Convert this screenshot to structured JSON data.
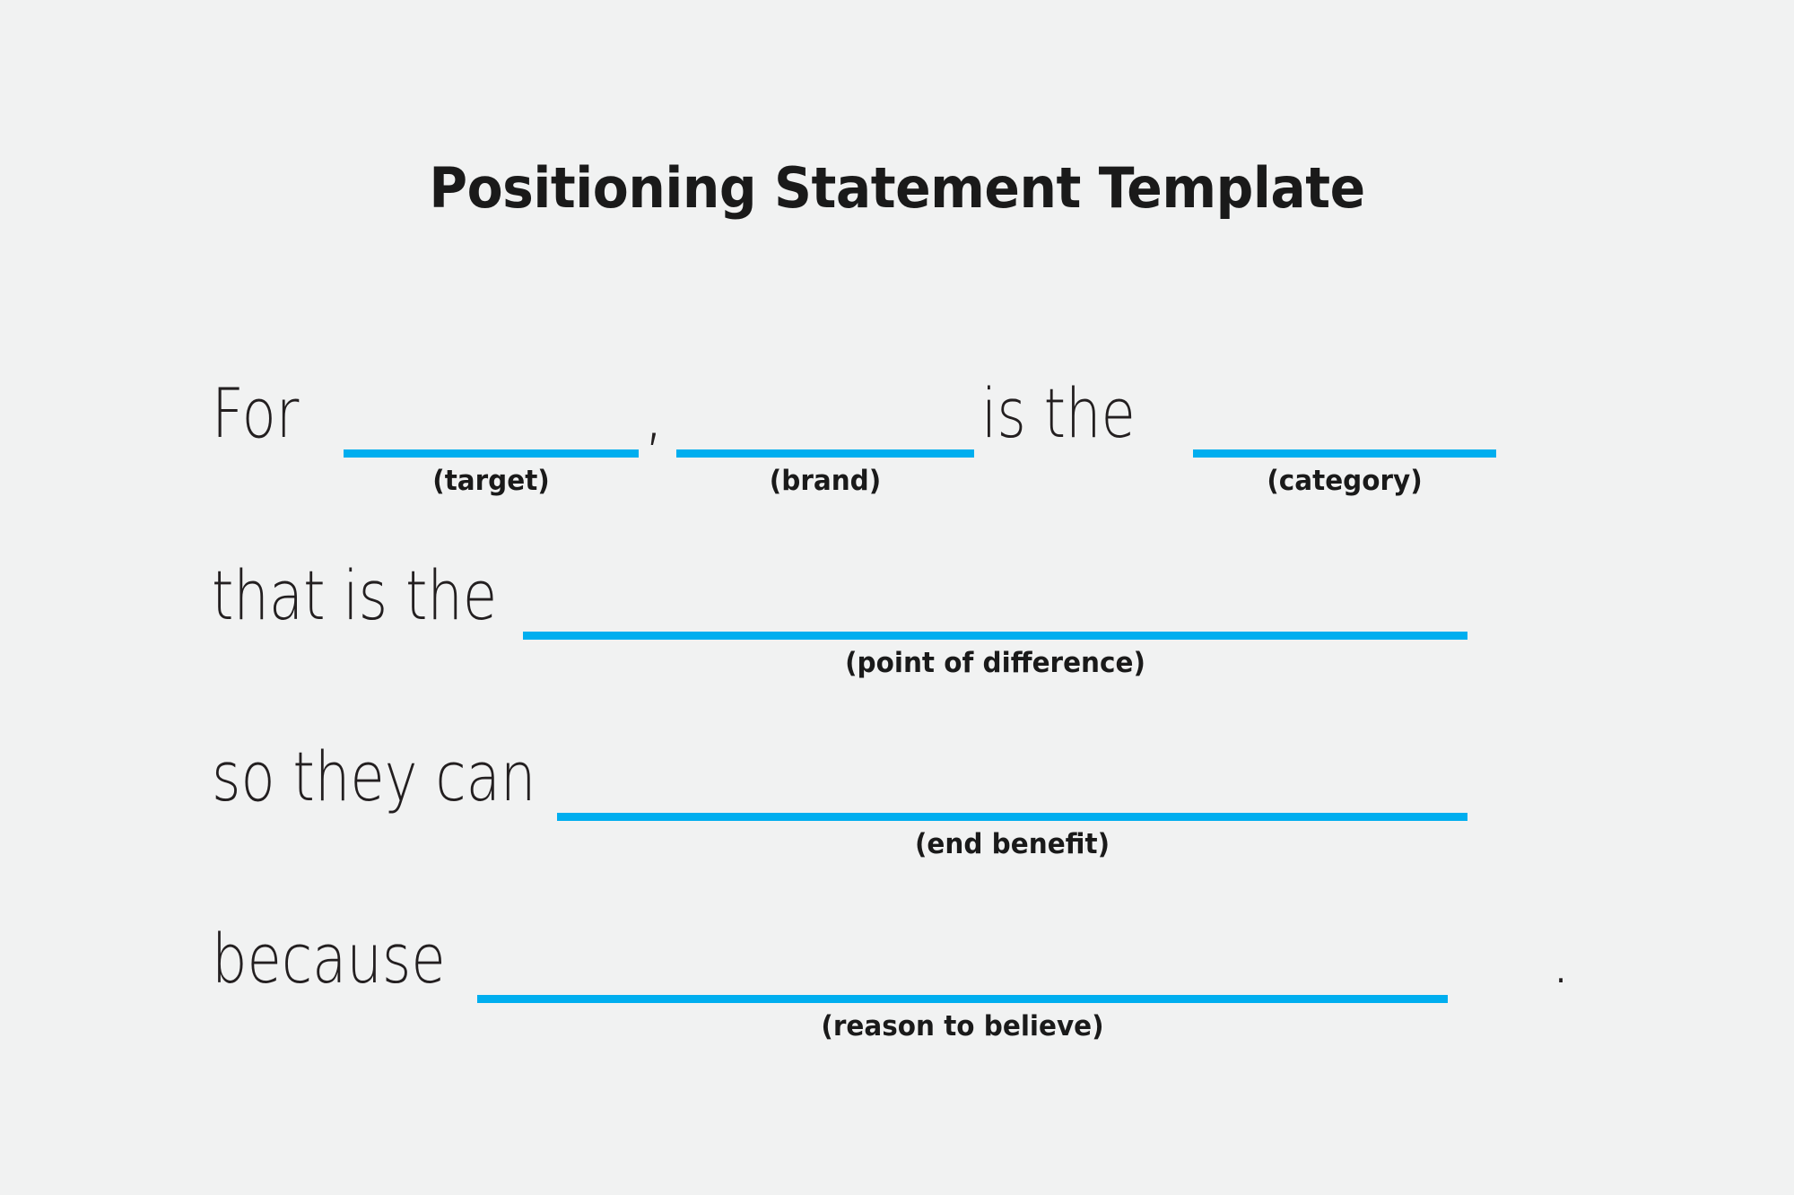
{
  "slide": {
    "background_color": "#f1f2f2",
    "accent_color": "#00aeef",
    "text_color": "#231f20"
  },
  "title": "Positioning Statement Template",
  "statement": {
    "lines": [
      {
        "id": "line-1",
        "segments": [
          {
            "type": "text",
            "value": "For"
          },
          {
            "type": "blank",
            "label": "(target)"
          },
          {
            "type": "text",
            "value": ","
          },
          {
            "type": "blank",
            "label": "(brand)"
          },
          {
            "type": "text",
            "value": "is the"
          },
          {
            "type": "blank",
            "label": "(category)"
          }
        ]
      },
      {
        "id": "line-2",
        "segments": [
          {
            "type": "text",
            "value": "that is the"
          },
          {
            "type": "blank",
            "label": "(point of difference)"
          }
        ]
      },
      {
        "id": "line-3",
        "segments": [
          {
            "type": "text",
            "value": "so they can"
          },
          {
            "type": "blank",
            "label": "(end benefit)"
          }
        ]
      },
      {
        "id": "line-4",
        "segments": [
          {
            "type": "text",
            "value": "because"
          },
          {
            "type": "blank",
            "label": "(reason to believe)"
          },
          {
            "type": "text",
            "value": "."
          }
        ]
      }
    ],
    "words": {
      "for": "For",
      "comma": ",",
      "is_the": "is the",
      "that_is_the": "that is the",
      "so_they_can": "so they can",
      "because": "because",
      "period": "."
    },
    "hints": {
      "target": "(target)",
      "brand": "(brand)",
      "category": "(category)",
      "point_of_difference": "(point of difference)",
      "end_benefit": "(end benefit)",
      "reason_to_believe": "(reason to believe)"
    }
  }
}
